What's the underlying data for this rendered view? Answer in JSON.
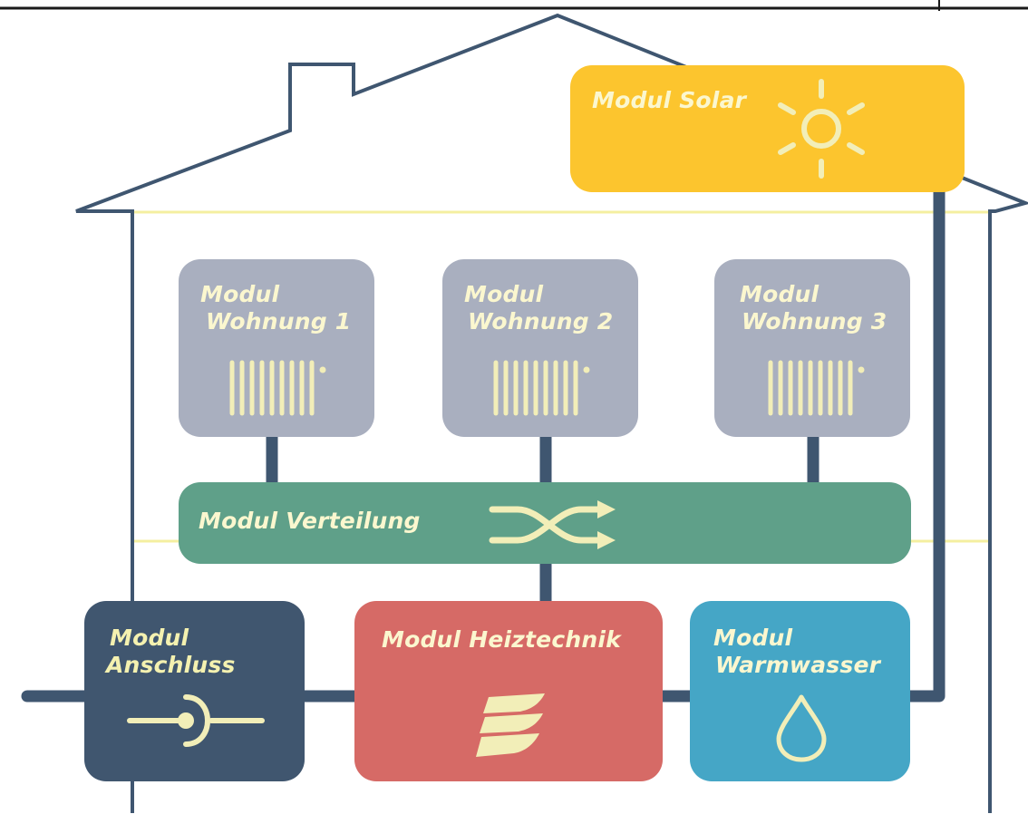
{
  "colors": {
    "house_outline": "#3f5670",
    "pipe": "#3f5670",
    "floor_line": "#f4efa0",
    "icon_fill": "#f2eeb8",
    "label_on_dark": "#f4f1b0",
    "label_on_color": "#fbf7cf",
    "solar": "#fcc52e",
    "apartment": "#a9afbf",
    "distribution": "#5fa089",
    "connection": "#40566f",
    "heating": "#d66a66",
    "hot_water": "#45a6c6"
  },
  "modules": {
    "solar": {
      "label": "Modul Solar",
      "icon": "sun-icon"
    },
    "apartment_1": {
      "line1": "Modul",
      "line2": "Wohnung 1",
      "icon": "radiator-icon"
    },
    "apartment_2": {
      "line1": "Modul",
      "line2": "Wohnung 2",
      "icon": "radiator-icon"
    },
    "apartment_3": {
      "line1": "Modul",
      "line2": "Wohnung 3",
      "icon": "radiator-icon"
    },
    "distribution": {
      "label": "Modul Verteilung",
      "icon": "crossing-arrows-icon"
    },
    "connection": {
      "line1": "Modul",
      "line2": "Anschluss",
      "icon": "pipe-connector-icon"
    },
    "heating": {
      "label": "Modul Heiztechnik",
      "icon": "flame-icon"
    },
    "hot_water": {
      "line1": "Modul",
      "line2": "Warmwasser",
      "icon": "water-drop-icon"
    }
  }
}
